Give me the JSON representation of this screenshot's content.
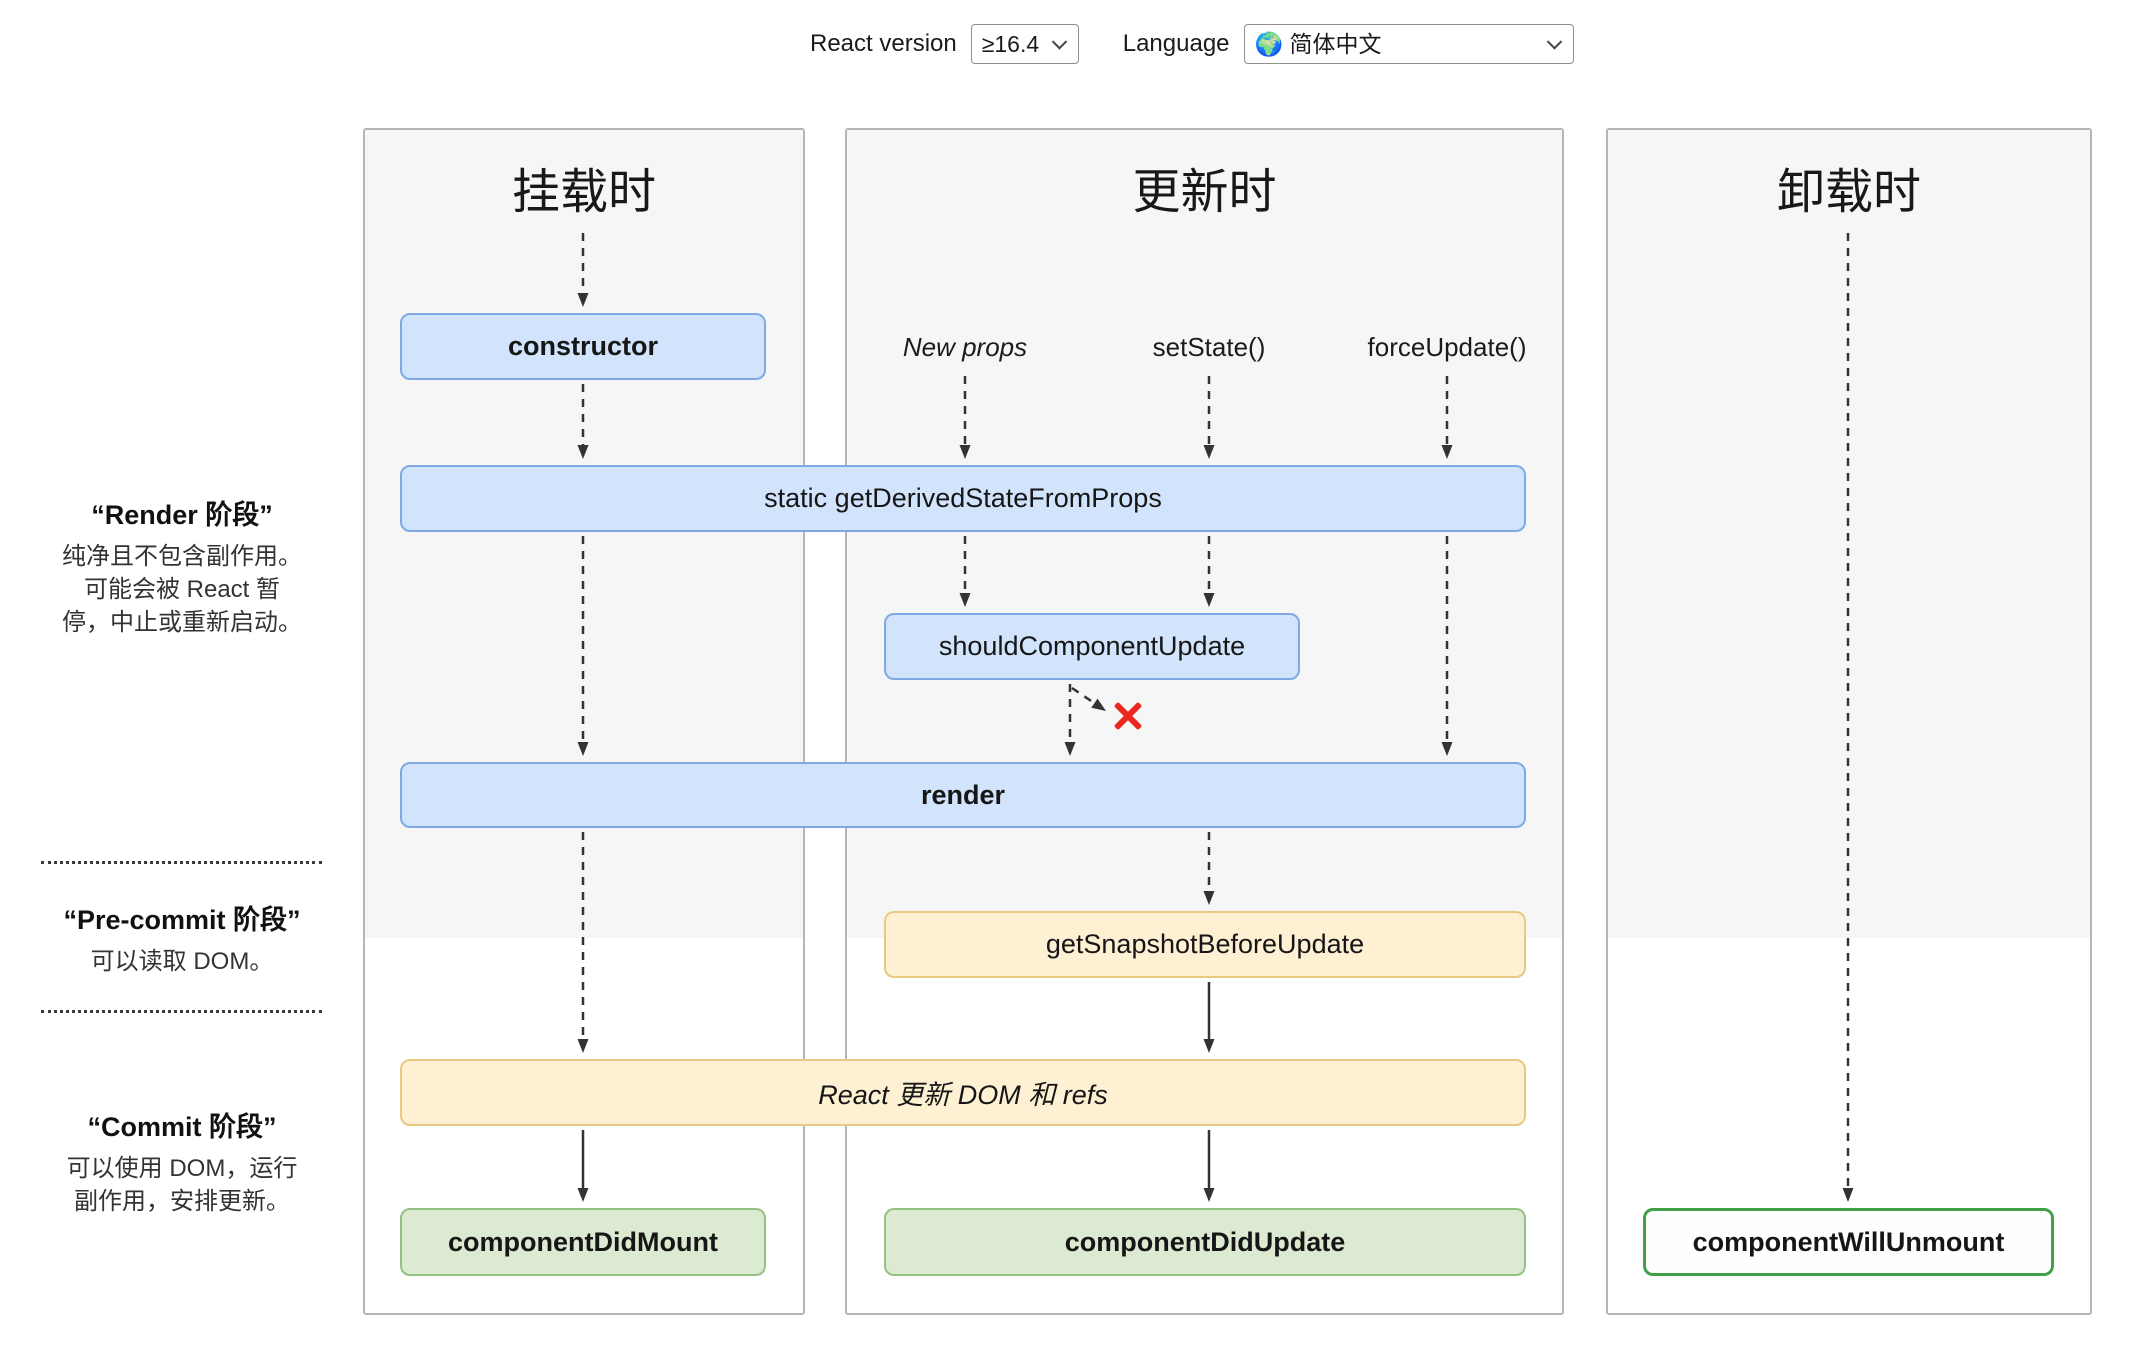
{
  "toolbar": {
    "react_version_label": "React version",
    "react_version_value": "≥16.4",
    "language_label": "Language",
    "language_value": "🌍 简体中文"
  },
  "left_panel": {
    "phases": [
      {
        "title": "“Render 阶段”",
        "lines": [
          "纯净且不包含副作用。",
          "可能会被 React 暂",
          "停，中止或重新启动。"
        ]
      },
      {
        "title": "“Pre-commit 阶段”",
        "lines": [
          "可以读取 DOM。"
        ]
      },
      {
        "title": "“Commit 阶段”",
        "lines": [
          "可以使用 DOM，运行",
          "副作用，安排更新。"
        ]
      }
    ]
  },
  "columns": {
    "mounting": {
      "title": "挂载时"
    },
    "updating": {
      "title": "更新时",
      "triggers": {
        "new_props": "New props",
        "set_state": "setState()",
        "force_update": "forceUpdate()"
      }
    },
    "unmounting": {
      "title": "卸载时"
    }
  },
  "nodes": {
    "constructor": "constructor",
    "get_derived_state_from_props": "static getDerivedStateFromProps",
    "should_component_update": "shouldComponentUpdate",
    "render": "render",
    "get_snapshot_before_update": "getSnapshotBeforeUpdate",
    "react_updates_dom": "React 更新 DOM 和 refs",
    "component_did_mount": "componentDidMount",
    "component_did_update": "componentDidUpdate",
    "component_will_unmount": "componentWillUnmount"
  },
  "icons": {
    "stop_icon": "red-x-cross"
  },
  "colors": {
    "node_blue_bg": "#d2e3fc",
    "node_blue_border": "#7fa9e3",
    "node_orange_bg": "#fdf0d3",
    "node_orange_border": "#e7c981",
    "node_green_bg": "#dcead2",
    "node_green_border": "#94c183",
    "node_green_strong_border": "#42a048",
    "column_bg": "#f6f6f6",
    "column_border": "#b5b5b5",
    "arrow": "#333333",
    "stop_red": "#e8281e"
  }
}
